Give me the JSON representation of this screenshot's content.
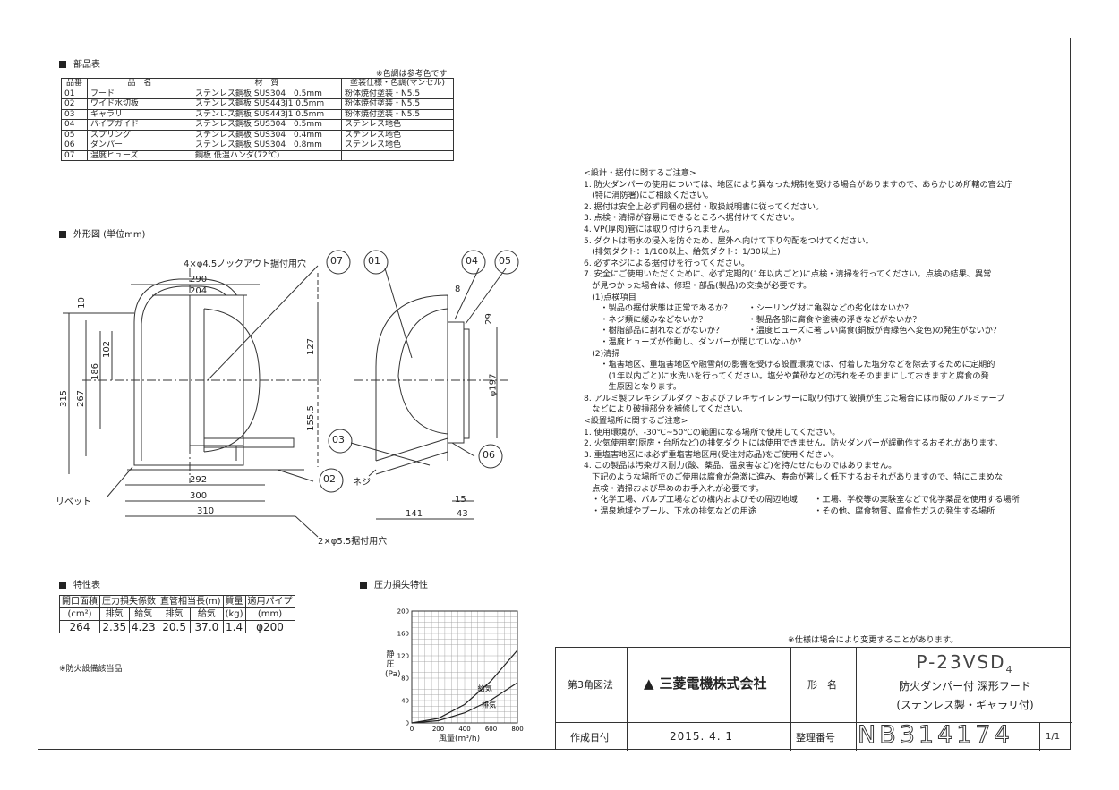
{
  "parts": {
    "title": "部品表",
    "note": "※色調は参考色です",
    "headers": [
      "品番",
      "品　名",
      "材　質",
      "塗装仕様・色調(マンセル)"
    ],
    "rows": [
      [
        "01",
        "フード",
        "ステンレス鋼板 SUS304　0.5mm",
        "粉体焼付塗装・N5.5"
      ],
      [
        "02",
        "ワイド水切板",
        "ステンレス鋼板 SUS443J1 0.5mm",
        "粉体焼付塗装・N5.5"
      ],
      [
        "03",
        "ギャラリ",
        "ステンレス鋼板 SUS443J1 0.5mm",
        "粉体焼付塗装・N5.5"
      ],
      [
        "04",
        "パイプガイド",
        "ステンレス鋼板 SUS304　0.5mm",
        "ステンレス地色"
      ],
      [
        "05",
        "スプリング",
        "ステンレス鋼板 SUS304　0.4mm",
        "ステンレス地色"
      ],
      [
        "06",
        "ダンパー",
        "ステンレス鋼板 SUS304　0.8mm",
        "ステンレス地色"
      ],
      [
        "07",
        "温度ヒューズ",
        "鋼板 低温ハンダ(72℃)",
        ""
      ]
    ]
  },
  "drawing": {
    "title": "外形図 (単位mm)",
    "callouts": [
      "07",
      "01",
      "04",
      "05",
      "03",
      "02",
      "06"
    ],
    "labels": {
      "knockout": "4×φ4.5ノックアウト据付用穴",
      "holes": "2×φ5.5据付用穴",
      "rivet": "リベット",
      "screw": "ネジ"
    },
    "dims": {
      "d290": "290",
      "d204": "204",
      "d292": "292",
      "d300": "300",
      "d310": "310",
      "d10": "10",
      "d102": "102",
      "d186": "186",
      "d267": "267",
      "d315": "315",
      "d127": "127",
      "d155": "155.5",
      "d8": "8",
      "d29": "29",
      "d197": "φ197",
      "d15": "15",
      "d141": "141",
      "d43": "43"
    }
  },
  "specs": {
    "title": "特性表",
    "h1": [
      "開口面積",
      "圧力損失係数",
      "直管相当長(m)",
      "質量",
      "適用パイプ"
    ],
    "h2": [
      "(cm²)",
      "排気",
      "給気",
      "排気",
      "給気",
      "(kg)",
      "(mm)"
    ],
    "values": [
      "264",
      "2.35",
      "4.23",
      "20.5",
      "37.0",
      "1.4",
      "φ200"
    ],
    "footnote": "※防火設備該当品"
  },
  "chart_data": {
    "type": "line",
    "title": "圧力損失特性",
    "ylabel": "静圧(Pa)",
    "xlabel": "風量(m³/h)",
    "x_ticks": [
      0,
      200,
      400,
      600,
      800
    ],
    "y_ticks": [
      0,
      40,
      80,
      120,
      160,
      200
    ],
    "xlim": [
      0,
      800
    ],
    "ylim": [
      0,
      200
    ],
    "grid": true,
    "series": [
      {
        "name": "給気",
        "x": [
          0,
          200,
          400,
          600,
          800
        ],
        "y": [
          0,
          8,
          33,
          75,
          130
        ]
      },
      {
        "name": "排気",
        "x": [
          0,
          200,
          400,
          600,
          800
        ],
        "y": [
          0,
          4,
          18,
          41,
          72
        ]
      }
    ]
  },
  "notes": {
    "lines": [
      "<設計・据付に関するご注意>",
      "1. 防火ダンパーの使用については、地区により異なった規制を受ける場合がありますので、あらかじめ所轄の官公庁",
      "　(特に消防署)にご相談ください。",
      "2. 据付は安全上必ず同梱の据付・取扱説明書に従ってください。",
      "3. 点検・清掃が容易にできるところへ据付けてください。",
      "4. VP(厚肉)管には取り付けられません。",
      "5. ダクトは雨水の浸入を防ぐため、屋外へ向けて下り勾配をつけてください。",
      "　(排気ダクト：1/100以上、給気ダクト：1/30以上)",
      "6. 必ずネジによる据付けを行ってください。",
      "7. 安全にご使用いただくために、必ず定期的(1年以内ごと)に点検・清掃を行ってください。点検の結果、異常",
      "　が見つかった場合は、修理・部品(製品)の交換が必要です。",
      "　(1)点検項目",
      "　　・製品の据付状態は正常であるか？　　・シーリング材に亀裂などの劣化はないか？",
      "　　・ネジ類に緩みなどないか？　　　　　・製品各部に腐食や塗装の浮きなどがないか？",
      "　　・樹脂部品に割れなどがないか？　　　・温度ヒューズに著しい腐食(銅板が青緑色へ変色)の発生がないか？",
      "　　・温度ヒューズが作動し、ダンパーが閉じていないか？",
      "　(2)清掃",
      "　　・塩害地区、重塩害地区や融雪剤の影響を受ける設置環境では、付着した塩分などを除去するために定期的",
      "　　　(1年以内ごと)に水洗いを行ってください。塩分や黄砂などの汚れをそのままにしておきますと腐食の発",
      "　　　生原因となります。",
      "8. アルミ製フレキシブルダクトおよびフレキサイレンサーに取り付けて破損が生じた場合には市販のアルミテープ",
      "　などにより破損部分を補修してください。",
      "<設置場所に関するご注意>",
      "1. 使用環境が、-30℃~50℃の範囲になる場所で使用してください。",
      "2. 火気使用室(厨房・台所など)の排気ダクトには使用できません。防火ダンパーが誤動作するおそれがあります。",
      "3. 重塩害地区には必ず重塩害地区用(受注対応品)をご使用ください。",
      "4. この製品は汚染ガス耐力(酸、薬品、温泉害など)を持たせたものではありません。",
      "　下記のような場所でのご使用は腐食が急激に進み、寿命が著しく低下するおそれがありますので、特にこまめな",
      "　点検・清掃および早めのお手入れが必要です。",
      "　・化学工場、パルプ工場などの構内およびその周辺地域　　・工場、学校等の実験室などで化学薬品を使用する場所",
      "　・温泉地域やプール、下水の排気などの用途　　　　　　　・その他、腐食物質、腐食性ガスの発生する場所"
    ],
    "footer": "※仕様は場合により変更することがあります。"
  },
  "title_block": {
    "projection": "第3角図法",
    "company": "三菱電機株式会社",
    "model_label": "形　名",
    "model": "P-23VSD",
    "model_sub": "4",
    "desc1": "防火ダンパー付 深形フード",
    "desc2": "(ステンレス製・ギャラリ付)",
    "date_label": "作成日付",
    "date": "2015. 4. 1",
    "number_label": "整理番号",
    "number": "NB314174",
    "page": "1/1"
  }
}
